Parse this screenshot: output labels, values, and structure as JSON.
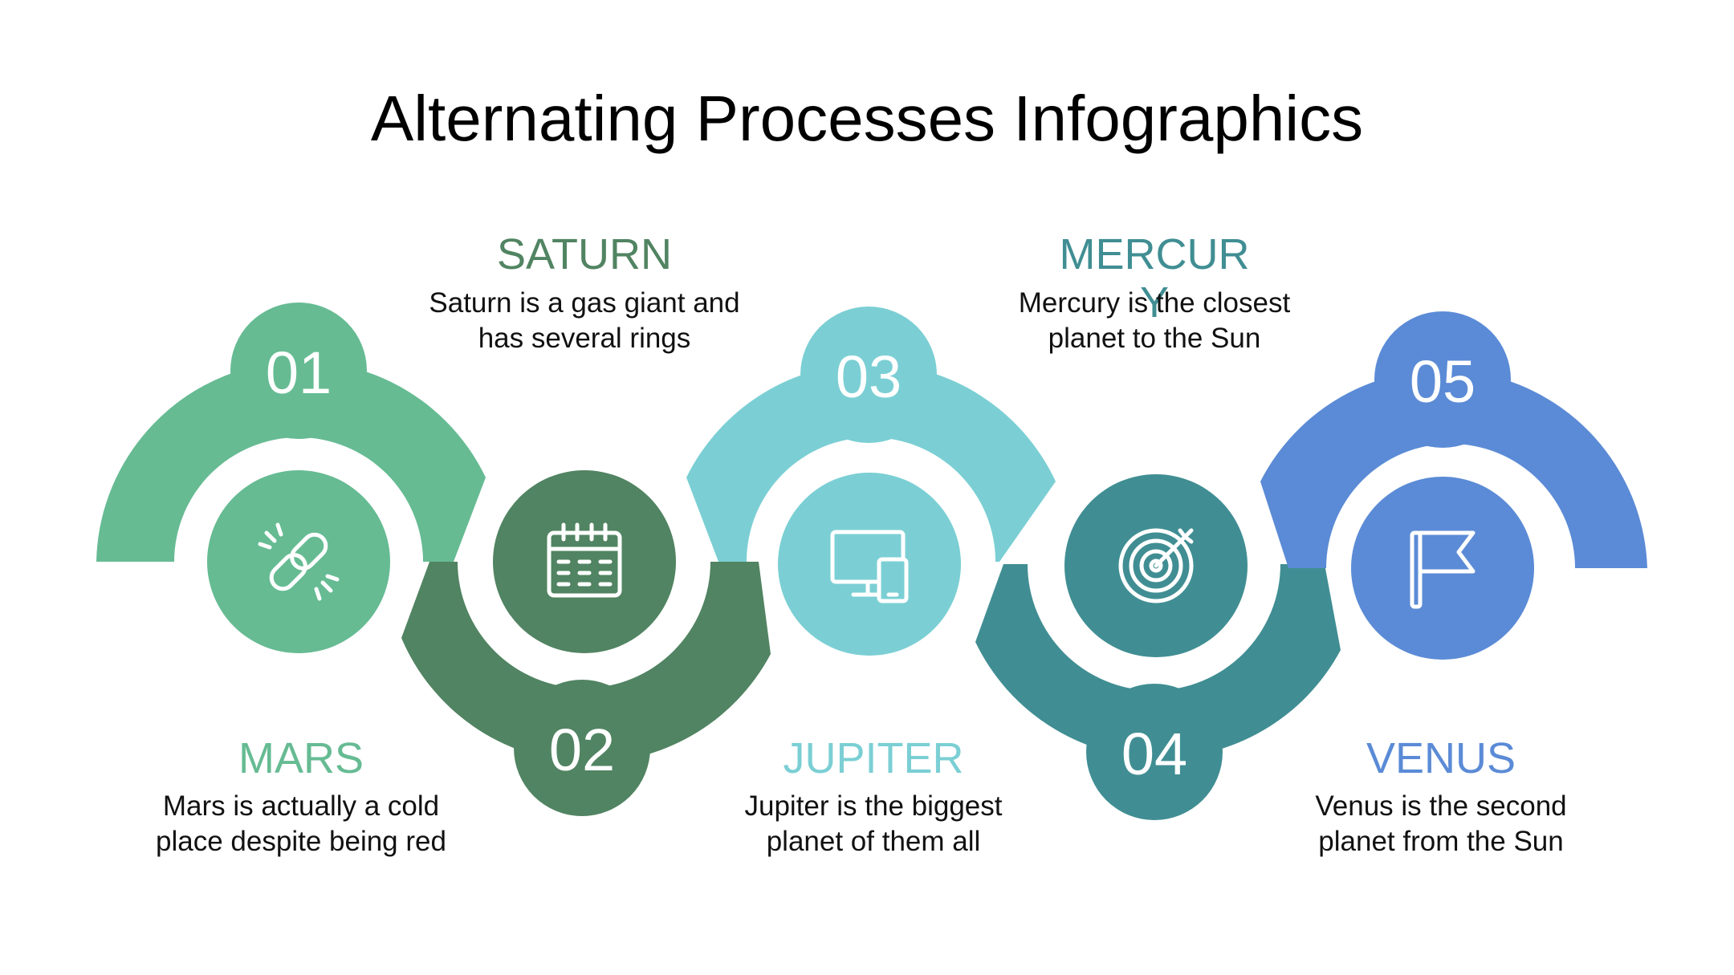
{
  "title": "Alternating Processes Infographics",
  "colors": {
    "step1": "#66bb93",
    "step2": "#518462",
    "step3": "#7bcfd4",
    "step4": "#408e93",
    "step5": "#5b8bd6",
    "text": "#111111"
  },
  "steps": [
    {
      "number": "01",
      "name": "MARS",
      "description": [
        "Mars is actually a cold",
        "place despite being red"
      ],
      "icon": "link-icon"
    },
    {
      "number": "02",
      "name": "SATURN",
      "description": [
        "Saturn is a gas giant and",
        "has several rings"
      ],
      "icon": "calendar-icon"
    },
    {
      "number": "03",
      "name": "JUPITER",
      "description": [
        "Jupiter is the biggest",
        "planet of them all"
      ],
      "icon": "devices-icon"
    },
    {
      "number": "04",
      "name": "MERCURY",
      "description": [
        "Mercury is the closest",
        "planet to the Sun"
      ],
      "icon": "target-icon"
    },
    {
      "number": "05",
      "name": "VENUS",
      "description": [
        "Venus is the second",
        "planet from the Sun"
      ],
      "icon": "flag-icon"
    }
  ]
}
